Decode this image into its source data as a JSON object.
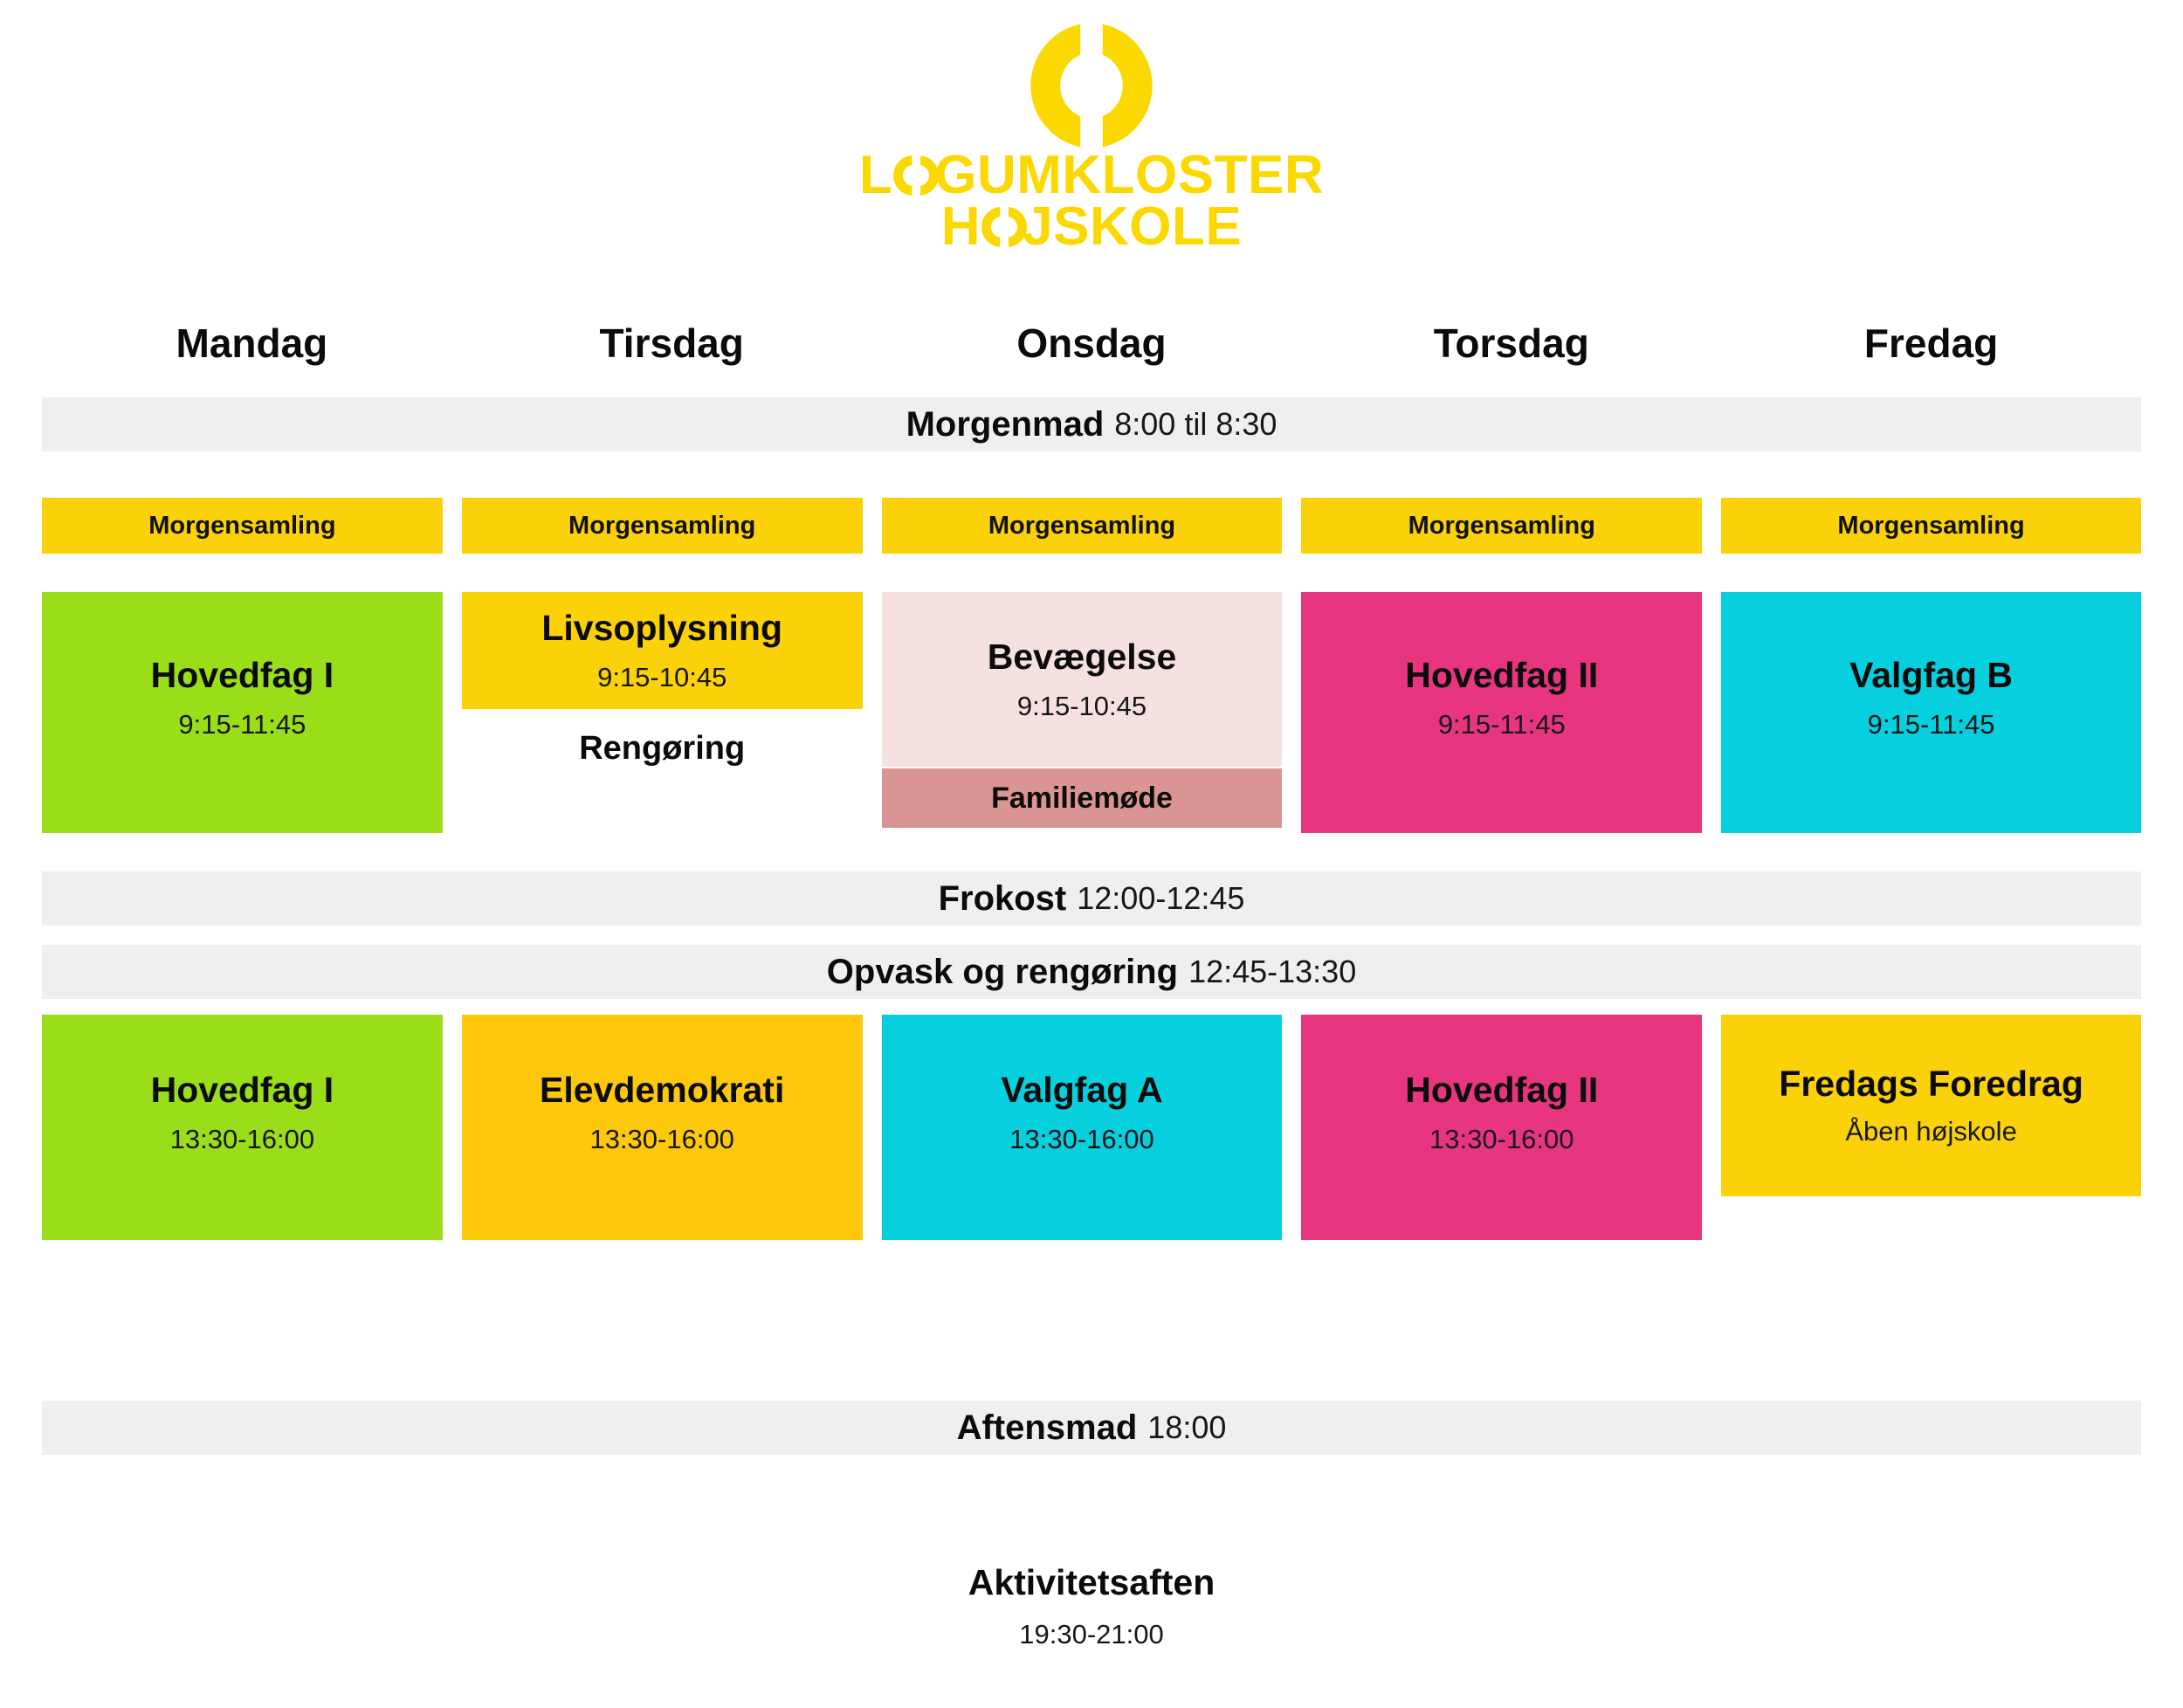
{
  "brand": {
    "logo_icon": "split-circle-mark",
    "line1_pre": "L",
    "line1_o": "Ø",
    "line1_post": "GUMKLOSTER",
    "line2_pre": "H",
    "line2_o": "Ø",
    "line2_post": "JSKOLE",
    "color": "#FBD900"
  },
  "days": [
    {
      "label": "Mandag"
    },
    {
      "label": "Tirsdag"
    },
    {
      "label": "Onsdag"
    },
    {
      "label": "Torsdag"
    },
    {
      "label": "Fredag"
    }
  ],
  "bands": {
    "breakfast": {
      "title": "Morgenmad",
      "time": "8:00 til 8:30"
    },
    "lunch": {
      "title": "Frokost",
      "time": "12:00-12:45"
    },
    "cleanup": {
      "title": "Opvask og rengøring",
      "time": "12:45-13:30"
    },
    "dinner": {
      "title": "Aftensmad",
      "time": "18:00"
    }
  },
  "assembly": [
    {
      "title": "Morgensamling"
    },
    {
      "title": "Morgensamling"
    },
    {
      "title": "Morgensamling"
    },
    {
      "title": "Morgensamling"
    },
    {
      "title": "Morgensamling"
    }
  ],
  "morning": [
    {
      "title": "Hovedfag I",
      "time": "9:15-11:45",
      "color": "#9ADE1A"
    },
    {
      "title": "Livsoplysning",
      "time": "9:15-10:45",
      "color": "#FBD10A",
      "note": "Rengøring"
    },
    {
      "title": "Bevægelse",
      "time": "9:15-10:45",
      "color": "#F6E1E1",
      "strip": "Familiemøde",
      "strip_color": "#D99494"
    },
    {
      "title": "Hovedfag II",
      "time": "9:15-11:45",
      "color": "#E8357F"
    },
    {
      "title": "Valgfag B",
      "time": "9:15-11:45",
      "color": "#06CFDE"
    }
  ],
  "afternoon": [
    {
      "title": "Hovedfag I",
      "time": "13:30-16:00",
      "color": "#9ADE1A"
    },
    {
      "title": "Elevdemokrati",
      "time": "13:30-16:00",
      "color": "#FDC70B"
    },
    {
      "title": "Valgfag A",
      "time": "13:30-16:00",
      "color": "#06CFDE"
    },
    {
      "title": "Hovedfag II",
      "time": "13:30-16:00",
      "color": "#E8357F"
    },
    {
      "title": "Fredags Foredrag",
      "sub": "Åben højskole",
      "color": "#FBD10A"
    }
  ],
  "evening": {
    "day_index": 2,
    "title": "Aktivitetsaften",
    "time": "19:30-21:00"
  },
  "colors": {
    "band_bg": "#efefef",
    "page_bg": "#ffffff",
    "text": "#0b0b0b"
  }
}
